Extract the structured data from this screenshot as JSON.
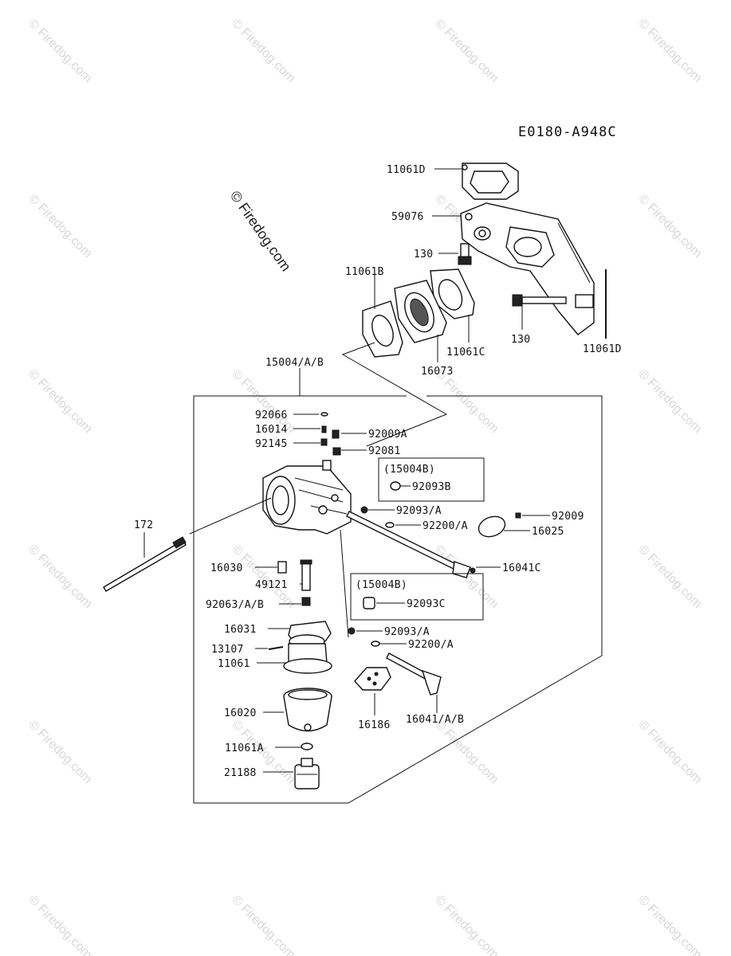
{
  "diagram_code": "E0180-A948C",
  "copyright": "© Firedog.com",
  "watermark": "© Firedog.com",
  "group_label": "15004/A/B",
  "boxes": {
    "box_92093B": {
      "header": "(15004B)",
      "part": "92093B"
    },
    "box_92093C": {
      "header": "(15004B)",
      "part": "92093C"
    }
  },
  "labels": {
    "p11061D_top": "11061D",
    "p59076": "59076",
    "p130_top": "130",
    "p11061B": "11061B",
    "p130_right": "130",
    "p11061D_right": "11061D",
    "p11061C": "11061C",
    "p16073": "16073",
    "p92066": "92066",
    "p16014": "16014",
    "p92145": "92145",
    "p92009A": "92009A",
    "p92081": "92081",
    "p92093A_1": "92093/A",
    "p92009": "92009",
    "p92200A_1": "92200/A",
    "p16025": "16025",
    "p172": "172",
    "p16041C": "16041C",
    "p16030": "16030",
    "p49121": "49121",
    "p92063": "92063/A/B",
    "p16031": "16031",
    "p92093A_2": "92093/A",
    "p13107": "13107",
    "p92200A_2": "92200/A",
    "p11061": "11061",
    "p16020": "16020",
    "p16186": "16186",
    "p16041AB": "16041/A/B",
    "p11061A": "11061A",
    "p21188": "21188"
  }
}
